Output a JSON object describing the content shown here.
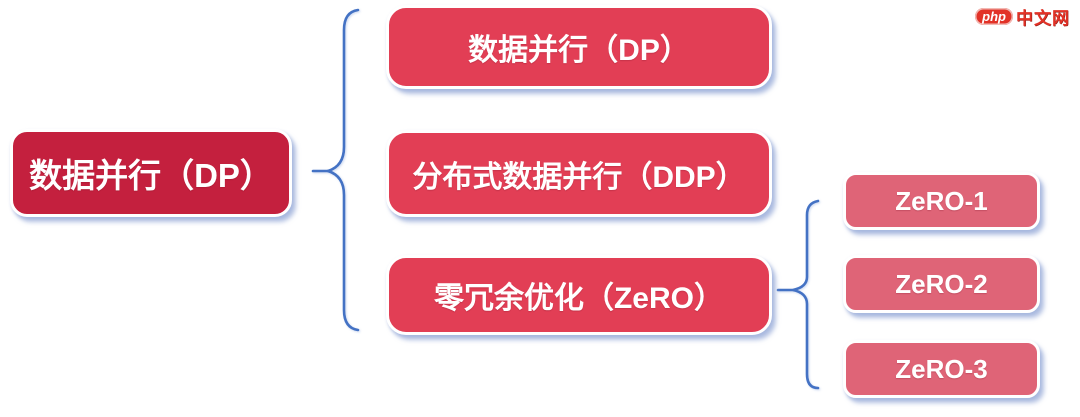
{
  "diagram": {
    "root": {
      "label": "数据并行（DP）"
    },
    "branches": [
      {
        "id": "dp",
        "label": "数据并行（DP）"
      },
      {
        "id": "ddp",
        "label": "分布式数据并行（DDP）"
      },
      {
        "id": "zero",
        "label": "零冗余优化（ZeRO）",
        "children": [
          {
            "label": "ZeRO-1"
          },
          {
            "label": "ZeRO-2"
          },
          {
            "label": "ZeRO-3"
          }
        ]
      }
    ],
    "colors": {
      "root_bg": "#c4203e",
      "branch_bg": "#e23e55",
      "leaf_bg": "#df6477",
      "node_border": "#ffffff",
      "node_text": "#ffffff",
      "brace_stroke": "#4472c4",
      "shadow": "#94a8d7",
      "background": "#ffffff"
    }
  },
  "logo": {
    "badge": "php",
    "site": "中文网",
    "color": "#e23227"
  }
}
